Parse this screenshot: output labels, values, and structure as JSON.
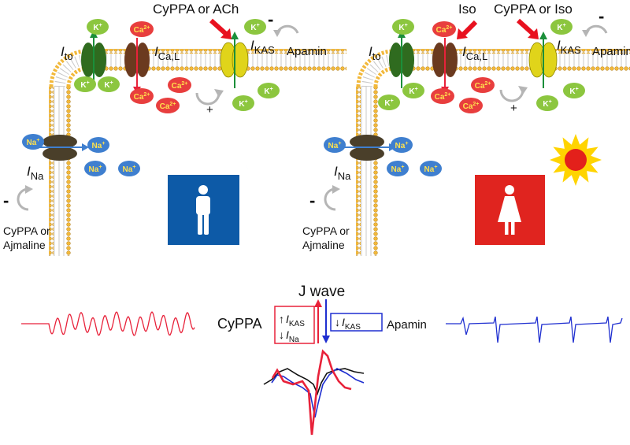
{
  "colors": {
    "k_ion": "#8cc63f",
    "ca_ion": "#e83e3e",
    "na_ion": "#3f7fcf",
    "membrane_head": "#f2b83a",
    "channel_ito": "#2f6b1f",
    "channel_ical": "#6b3a1f",
    "channel_ikas": "#e0d41a",
    "channel_na": "#4a3f2a",
    "male_badge": "#0d5aa7",
    "female_badge": "#e0241f",
    "sun": "#ffd400",
    "sun_core": "#e3201b",
    "moon": "#1f9be0",
    "trace_red": "#e8223a",
    "trace_blue": "#1f2fd0",
    "trace_black": "#111111"
  },
  "icons": [
    "male-icon",
    "female-icon",
    "moon-icon",
    "sun-icon",
    "red-arrow-icon",
    "curved-arrow-icon"
  ],
  "ions": {
    "k": {
      "base": "K",
      "sup": "+"
    },
    "ca": {
      "base": "Ca",
      "sup": "2+"
    },
    "na": {
      "base": "Na",
      "sup": "+"
    }
  },
  "currents": {
    "ito": {
      "main": "I",
      "sub": "to"
    },
    "ical": {
      "main": "I",
      "sub": "Ca,L"
    },
    "ikas": {
      "main": "I",
      "sub": "KAS"
    },
    "ina": {
      "main": "I",
      "sub": "Na"
    }
  },
  "left_panel": {
    "top_label": "CyPPA or ACh",
    "minus": "-",
    "plus": "+",
    "apamin": "Apamin",
    "na_minus": "-",
    "drug_line1": "CyPPA or",
    "drug_line2": "Ajmaline"
  },
  "right_panel": {
    "iso_label": "Iso",
    "top_label": "CyPPA or Iso",
    "minus": "-",
    "plus": "+",
    "apamin": "Apamin",
    "na_minus": "-",
    "drug_line1": "CyPPA or",
    "drug_line2": "Ajmaline"
  },
  "bottom": {
    "j_wave": "J wave",
    "cyppa": "CyPPA",
    "apamin": "Apamin",
    "box_red_line1_arrow": "↑",
    "box_red_line2_arrow": "↓",
    "box_blue_arrow": "↓"
  }
}
